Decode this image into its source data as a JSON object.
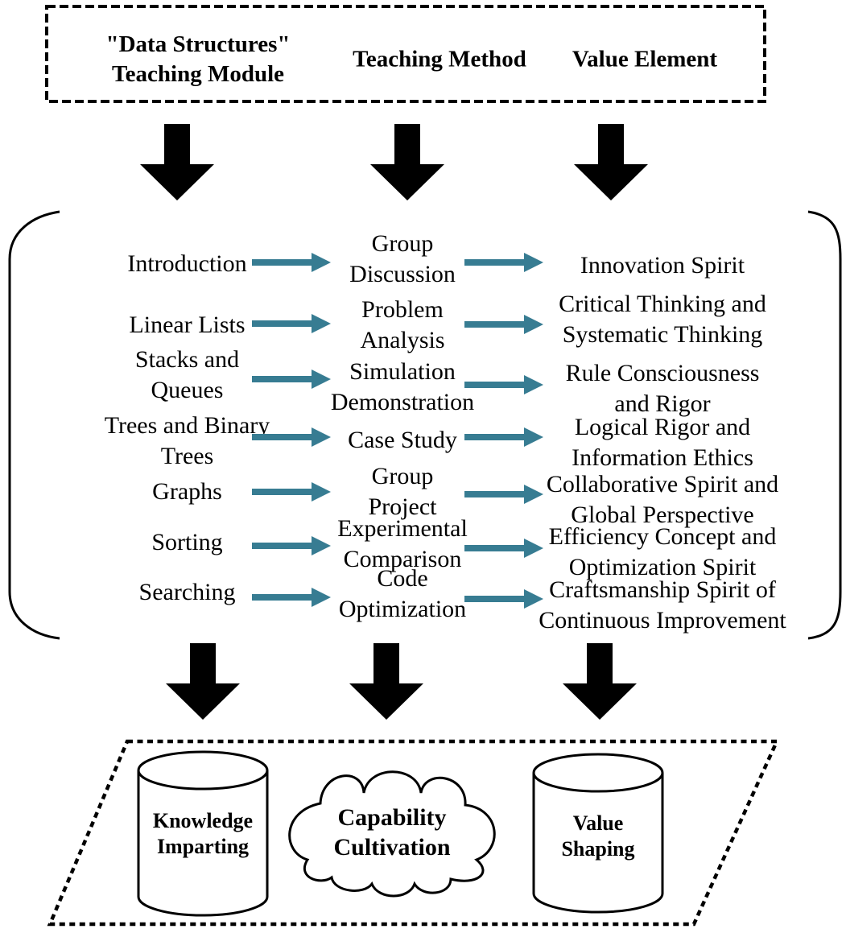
{
  "top_box": {
    "module_header": "\"Data Structures\"\nTeaching Module",
    "method_header": "Teaching Method",
    "value_header": "Value Element"
  },
  "matrix": {
    "modules": [
      "Introduction",
      "Linear Lists",
      "Stacks and\nQueues",
      "Trees and Binary\nTrees",
      "Graphs",
      "Sorting",
      "Searching"
    ],
    "methods": [
      "Group\nDiscussion",
      "Problem\nAnalysis",
      "Simulation\nDemonstration",
      "Case Study",
      "Group\nProject",
      "Experimental\nComparison",
      "Code\nOptimization"
    ],
    "values": [
      "Innovation Spirit",
      "Critical Thinking and\nSystematic Thinking",
      "Rule Consciousness\nand Rigor",
      "Logical Rigor and\nInformation Ethics",
      "Collaborative Spirit and\nGlobal Perspective",
      "Efficiency Concept and\nOptimization Spirit",
      "Craftsmanship Spirit of\nContinuous Improvement"
    ]
  },
  "outcomes": {
    "knowledge_label": "Knowledge\nImparting",
    "capability_label": "Capability\nCultivation",
    "value_label": "Value\nShaping"
  },
  "colors": {
    "flow_arrow": "#377C92",
    "block_arrow_fill": "#F5C79F",
    "block_arrow_stroke": "#EF7E5D",
    "outline": "#000000"
  }
}
